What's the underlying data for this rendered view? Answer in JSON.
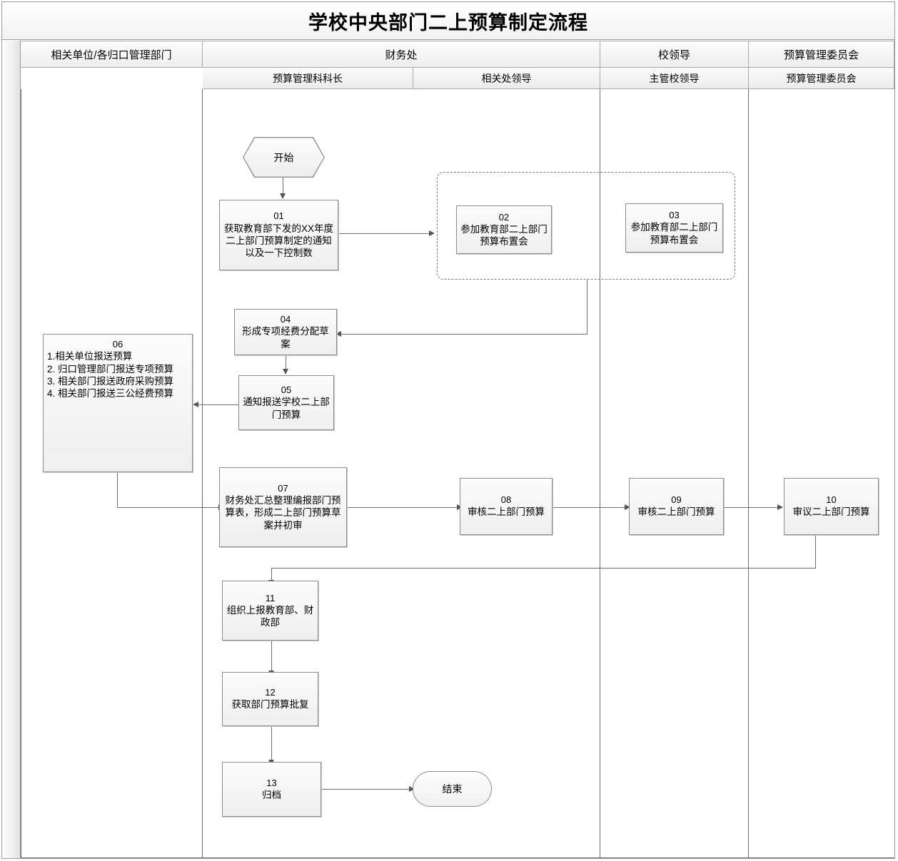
{
  "title": "学校中央部门二上预算制定流程",
  "lanes": {
    "groups": [
      {
        "label": "相关单位/各归口管理部门"
      },
      {
        "label": "财务处"
      },
      {
        "label": "校领导"
      },
      {
        "label": "预算管理委员会"
      }
    ],
    "roles": [
      {
        "label": ""
      },
      {
        "label": "预算管理科科长"
      },
      {
        "label": "相关处领导"
      },
      {
        "label": "主管校领导"
      },
      {
        "label": "预算管理委员会"
      }
    ]
  },
  "nodes": {
    "start": {
      "label": "开始"
    },
    "end": {
      "label": "结束"
    },
    "n01": {
      "num": "01",
      "text": "获取教育部下发的XX年度二上部门预算制定的通知以及一下控制数"
    },
    "n02": {
      "num": "02",
      "text": "参加教育部二上部门预算布置会"
    },
    "n03": {
      "num": "03",
      "text": "参加教育部二上部门预算布置会"
    },
    "n04": {
      "num": "04",
      "text": "形成专项经费分配草案"
    },
    "n05": {
      "num": "05",
      "text": "通知报送学校二上部门预算"
    },
    "n06": {
      "num": "06",
      "text": "1.相关单位报送预算\n2. 归口管理部门报送专项预算\n3. 相关部门报送政府采购预算\n4. 相关部门报送三公经费预算"
    },
    "n07": {
      "num": "07",
      "text": "财务处汇总整理编报部门预算表，形成二上部门预算草案并初审"
    },
    "n08": {
      "num": "08",
      "text": "审核二上部门预算"
    },
    "n09": {
      "num": "09",
      "text": "审核二上部门预算"
    },
    "n10": {
      "num": "10",
      "text": "审议二上部门预算"
    },
    "n11": {
      "num": "11",
      "text": "组织上报教育部、财政部"
    },
    "n12": {
      "num": "12",
      "text": "获取部门预算批复"
    },
    "n13": {
      "num": "13",
      "text": "归档"
    }
  },
  "colors": {
    "frame_border": "#9b9b9b",
    "lane_border": "#6f6f6f",
    "node_border": "#8d8d8d",
    "node_fill": "#f2f2f2",
    "connector": "#6f6f6f"
  }
}
